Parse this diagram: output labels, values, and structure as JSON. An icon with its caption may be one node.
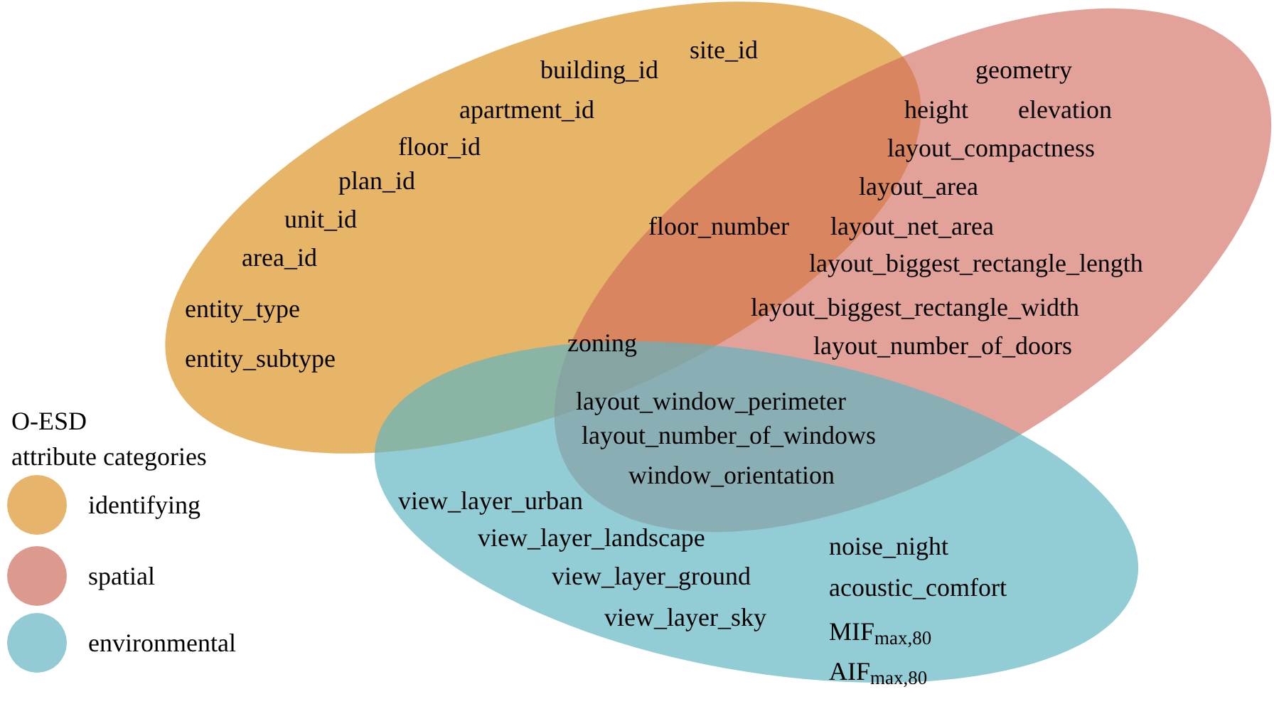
{
  "diagram": {
    "nodes": [
      {
        "text": [],
        "shape": "ellipse"
      },
      {
        "text": [],
        "shape": "ellipse"
      },
      {
        "text": [],
        "shape": "ellipse"
      }
    ],
    "edges": [],
    "labels": [
      "site_id",
      "building_id",
      "apartment_id",
      "floor_id",
      "plan_id",
      "unit_id",
      "area_id",
      "entity_type",
      "entity_subtype",
      "geometry",
      "height",
      "elevation",
      "layout_compactness",
      "layout_area",
      "floor_number",
      "layout_net_area",
      "layout_biggest_rectangle_length",
      "layout_biggest_rectangle_width",
      "zoning",
      "layout_number_of_doors",
      "layout_window_perimeter",
      "layout_number_of_windows",
      "window_orientation",
      "view_layer_urban",
      "view_layer_landscape",
      "noise_night",
      "view_layer_ground",
      "acoustic_comfort",
      "view_layer_sky",
      "MIF$_{max,80}$",
      "AIF$_{max,80}$",
      "O-ESD",
      "attribute categories"
    ],
    "legend": [
      {
        "text": "identifying",
        "color": "#e6b46a"
      },
      {
        "text": "spatial",
        "color": "#dc9a8e"
      },
      {
        "text": "environmental",
        "color": "#93cbd4"
      }
    ]
  }
}
